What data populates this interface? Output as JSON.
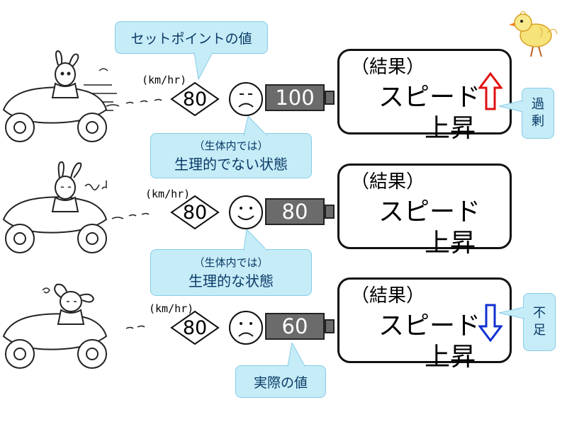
{
  "callouts": {
    "setpoint": "セットポイントの値",
    "abnormal": {
      "line1": "（生体内では）",
      "line2": "生理的でない状態"
    },
    "normal": {
      "line1": "（生体内では）",
      "line2": "生理的な状態"
    },
    "actual": "実際の値",
    "excess": [
      "過",
      "剰"
    ],
    "shortage": [
      "不",
      "足"
    ]
  },
  "rows": [
    {
      "unit": "(km/hr)",
      "setpoint": "80",
      "face": "sad",
      "actual": "100",
      "result": {
        "title": "（結果）",
        "line1": "スピード",
        "line2": "上昇",
        "arrow": "up",
        "arrow_color": "#e01010"
      }
    },
    {
      "unit": "(km/hr)",
      "setpoint": "80",
      "face": "happy",
      "actual": "80",
      "result": {
        "title": "（結果）",
        "line1": "スピード",
        "line2": "上昇",
        "arrow": "none"
      }
    },
    {
      "unit": "(km/hr)",
      "setpoint": "80",
      "face": "sad",
      "actual": "60",
      "result": {
        "title": "（結果）",
        "line1": "スピード",
        "line2": "上昇",
        "arrow": "down",
        "arrow_color": "#1030d0"
      }
    }
  ],
  "icons": [
    "rabbit-car-fast-icon",
    "rabbit-car-normal-icon",
    "rabbit-car-slow-icon",
    "chick-icon"
  ]
}
